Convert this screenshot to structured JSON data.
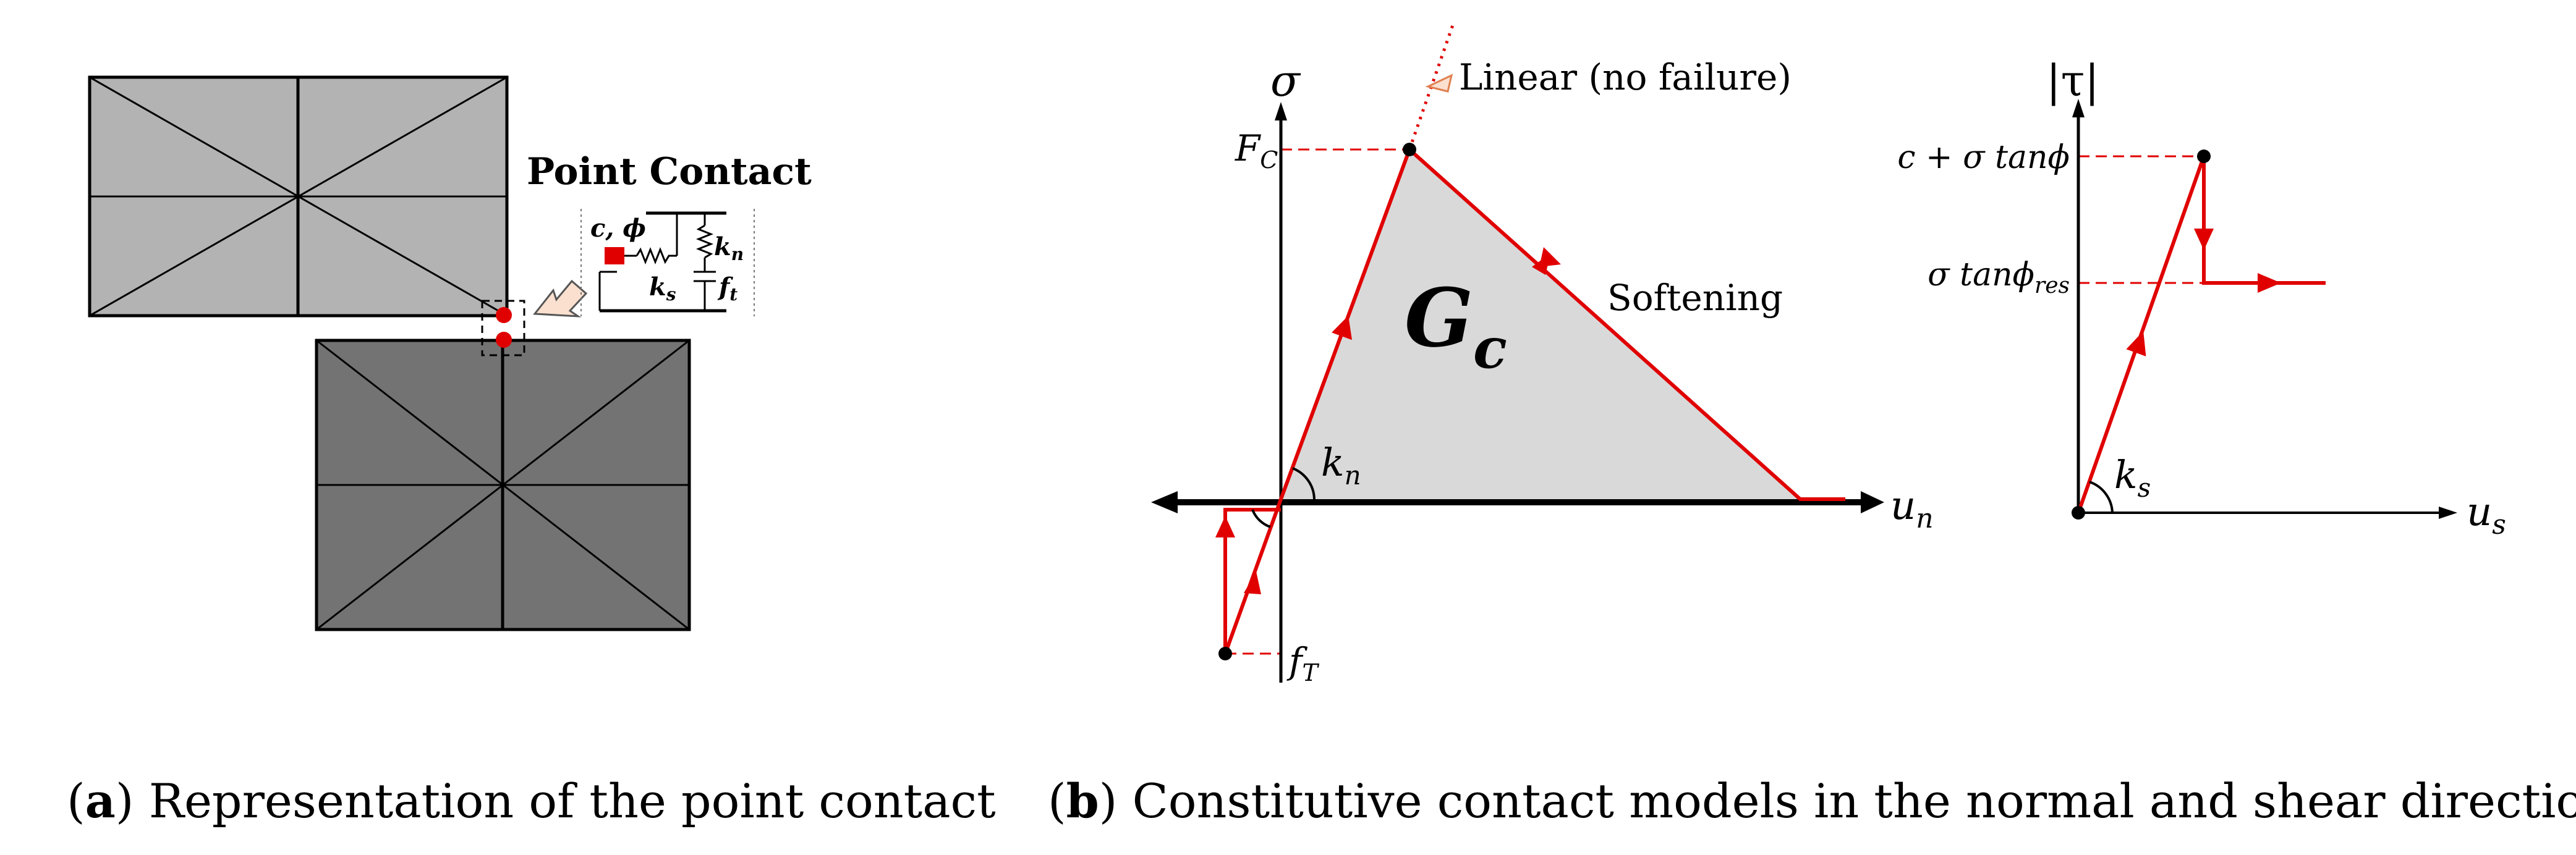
{
  "panel_a": {
    "title": "Point Contact",
    "label_c_phi": "c, ϕ",
    "label_kn_base": "k",
    "label_kn_sub": "n",
    "label_ks_base": "k",
    "label_ks_sub": "s",
    "label_ft_base": "f",
    "label_ft_sub": "t",
    "caption_letter": "a",
    "caption_text": " Representation of the point contact",
    "colors": {
      "upper_block": "#b3b3b3",
      "lower_block": "#737373",
      "contact_point": "#e00000",
      "arrow_fill": "#fbe0cf"
    }
  },
  "panel_b": {
    "caption_letter": "b",
    "caption_text": " Constitutive contact models in the normal and shear directions",
    "normal": {
      "axis_y": "σ",
      "axis_x_base": "u",
      "axis_x_sub": "n",
      "peak_label_base": "F",
      "peak_label_sub": "C",
      "tension_label_base": "f",
      "tension_label_sub": "T",
      "stiffness_base": "k",
      "stiffness_sub": "n",
      "linear_label": "Linear (no failure)",
      "softening_label": "Softening",
      "energy_base": "G",
      "energy_sub": "c",
      "colors": {
        "curve": "#e00000",
        "area": "#d9d9d9"
      }
    },
    "shear": {
      "axis_y": "|τ|",
      "axis_x_base": "u",
      "axis_x_sub": "s",
      "peak_label": "c + σ tanϕ",
      "residual_label_base": "σ tanϕ",
      "residual_label_sub": "res",
      "stiffness_base": "k",
      "stiffness_sub": "s"
    }
  }
}
